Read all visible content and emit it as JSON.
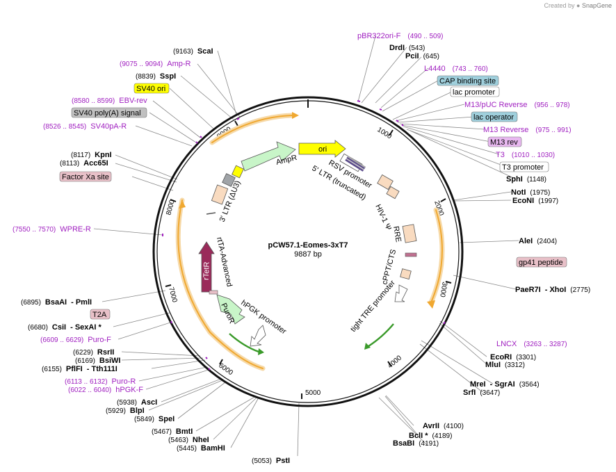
{
  "credit": {
    "created_by": "Created by",
    "brand": "SnapGene"
  },
  "center": {
    "name": "pCW57.1-Eomes-3xT7",
    "size": "9887 bp"
  },
  "ticks": [
    "1000",
    "2000",
    "3000",
    "4000",
    "5000",
    "6000",
    "7000",
    "8000",
    "9000"
  ],
  "enzymes": [
    {
      "name": "ScaI",
      "pos": "(9163)"
    },
    {
      "name": "SspI",
      "pos": "(8839)"
    },
    {
      "name": "DrdI",
      "pos": "(543)"
    },
    {
      "name": "PciI",
      "pos": "(645)"
    },
    {
      "name": "KpnI",
      "pos": "(8117)"
    },
    {
      "name": "Acc65I",
      "pos": "(8113)"
    },
    {
      "name": "SphI",
      "pos": "(1148)"
    },
    {
      "name": "NotI",
      "pos": "(1975)"
    },
    {
      "name": "EcoNI",
      "pos": "(1997)"
    },
    {
      "name": "AleI",
      "pos": "(2404)"
    },
    {
      "name": "PaeR7I",
      "name2": "XhoI",
      "pos": "(2775)"
    },
    {
      "name": "BsaAI",
      "name2": "PmlI",
      "pos": "(6895)"
    },
    {
      "name": "CsiI",
      "name2": "SexAI *",
      "pos": "(6680)"
    },
    {
      "name": "RsrII",
      "pos": "(6229)"
    },
    {
      "name": "BsiWI",
      "pos": "(6169)"
    },
    {
      "name": "PflFI",
      "name2": "Tth111I",
      "pos": "(6155)"
    },
    {
      "name": "EcoRI",
      "pos": "(3301)"
    },
    {
      "name": "MluI",
      "pos": "(3312)"
    },
    {
      "name": "MreI",
      "name2": "SgrAI",
      "pos": "(3564)"
    },
    {
      "name": "SrfI",
      "pos": "(3647)"
    },
    {
      "name": "AscI",
      "pos": "(5938)"
    },
    {
      "name": "BlpI",
      "pos": "(5929)"
    },
    {
      "name": "SpeI",
      "pos": "(5849)"
    },
    {
      "name": "BmtI",
      "pos": "(5467)"
    },
    {
      "name": "NheI",
      "pos": "(5463)"
    },
    {
      "name": "BamHI",
      "pos": "(5445)"
    },
    {
      "name": "AvrII",
      "pos": "(4100)"
    },
    {
      "name": "BclI *",
      "pos": "(4189)"
    },
    {
      "name": "BsaBI",
      "pos": "(4191)"
    },
    {
      "name": "PstI",
      "pos": "(5053)"
    }
  ],
  "primers": [
    {
      "name": "pBR322ori-F",
      "pos": "(490 .. 509)"
    },
    {
      "name": "Amp-R",
      "pos": "(9075 .. 9094)"
    },
    {
      "name": "L4440",
      "pos": "(743 .. 760)"
    },
    {
      "name": "EBV-rev",
      "pos": "(8580 .. 8599)"
    },
    {
      "name": "M13/pUC Reverse",
      "pos": "(956 .. 978)"
    },
    {
      "name": "M13 Reverse",
      "pos": "(975 .. 991)"
    },
    {
      "name": "SV40pA-R",
      "pos": "(8526 .. 8545)"
    },
    {
      "name": "T3",
      "pos": "(1010 .. 1030)"
    },
    {
      "name": "WPRE-R",
      "pos": "(7550 .. 7570)"
    },
    {
      "name": "Puro-F",
      "pos": "(6609 .. 6629)"
    },
    {
      "name": "LNCX",
      "pos": "(3263 .. 3287)"
    },
    {
      "name": "Puro-R",
      "pos": "(6113 .. 6132)"
    },
    {
      "name": "hPGK-F",
      "pos": "(6022 .. 6040)"
    }
  ],
  "boxes": {
    "sv40_ori": "SV40 ori",
    "sv40_polya": "SV40 poly(A) signal",
    "factor_xa": "Factor Xa site",
    "cap_site": "CAP binding site",
    "lac_promoter": "lac promoter",
    "lac_operator": "lac operator",
    "m13_rev": "M13 rev",
    "t3_promoter": "T3 promoter",
    "gp41": "gp41 peptide",
    "t2a": "T2A"
  },
  "features": {
    "ampr": "AmpR",
    "ori": "ori",
    "rsv": "RSV promoter",
    "ltr5": "5' LTR (truncated)",
    "hiv_psi": "HIV-1 Ψ",
    "rre": "RRE",
    "cppt": "cPPT/CTS",
    "tre": "tight TRE promoter",
    "ltr3": "3' LTR (ΔU3)",
    "rtta": "rtTA-Advanced",
    "rtetr": "rTetR",
    "puror": "PuroR",
    "hpgk": "hPGK promoter"
  },
  "colors": {
    "primer": "#a020c0",
    "orf_arc": "#f0a830",
    "green_arrow": "#3a9a2a",
    "ampr_fill": "#c8f5c8",
    "ori_fill": "#ffff00",
    "rtetr_fill": "#9a2a5a",
    "sv40ori_fill": "#ffff00",
    "polya_fill": "#c0c0c0",
    "lac_fill": "#9fcfdc",
    "m13rev_fill": "#e8b8f0",
    "pink_fill": "#e8c0c8"
  }
}
